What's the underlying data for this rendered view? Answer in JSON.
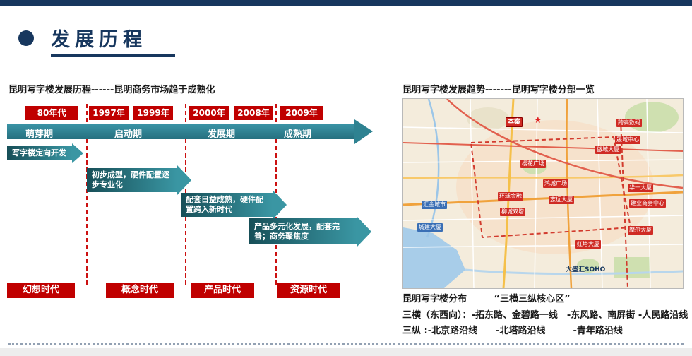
{
  "header": {
    "title": "发展历程"
  },
  "left": {
    "heading": "昆明写字楼发展历程------昆明商务市场趋于成熟化",
    "timeline_years": [
      "80年代",
      "1997年",
      "1999年",
      "2000年",
      "2008年",
      "2009年"
    ],
    "phases": [
      "萌芽期",
      "启动期",
      "发展期",
      "成熟期"
    ],
    "arrows": [
      "写字楼定向开发",
      "初步成型，硬件配置逐步专业化",
      "配套日益成熟，硬件配置跨入新时代",
      "产品多元化发展，配套完善；商务聚焦度"
    ],
    "eras": [
      "幻想时代",
      "概念时代",
      "产品时代",
      "资源时代"
    ]
  },
  "right": {
    "heading": "昆明写字楼发展趋势-------昆明写字楼分部一览",
    "map": {
      "site_label": "本案",
      "star": "★",
      "labels": [
        "晟城中心",
        "跨高数码",
        "傲城大厦",
        "樱花广场",
        "鸿城广场",
        "志远大厦",
        "环球金融",
        "柳城双塔",
        "华一大厦",
        "建业商务中心",
        "摩尔大厦",
        "红塔大厦",
        "汇金城市",
        "城建大厦",
        "大盛汇SOHO"
      ]
    },
    "caption": {
      "line1_left": "昆明写字楼分布",
      "line1_right": "“三横三纵核心区”",
      "line2": "三横（东西向）：-拓东路、金碧路一线　-东风路、南屏街 -人民路沿线",
      "line3": "三纵 :-北京路沿线　　-北塔路沿线　　　-青年路沿线"
    }
  },
  "colors": {
    "navy": "#17375e",
    "red": "#c00000",
    "teal_dark": "#174f58",
    "teal_light": "#3a96a3",
    "map_label_red": "#cf2b24"
  }
}
